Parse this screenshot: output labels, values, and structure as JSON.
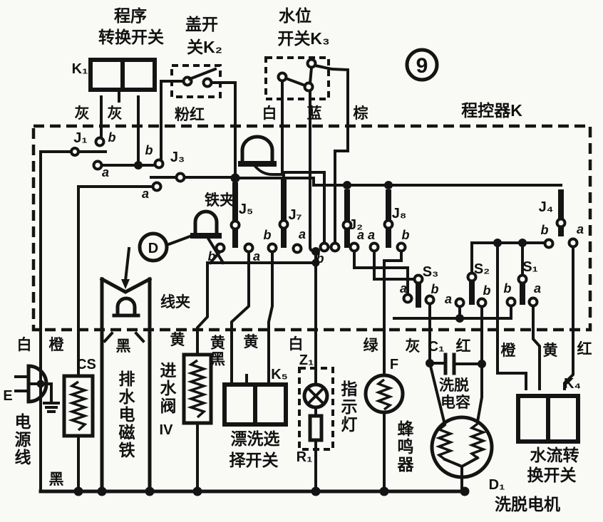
{
  "figure_number": "9",
  "controller_label": "程控器K",
  "program_switch": {
    "title1": "程序",
    "title2": "转换开关",
    "id": "K₁"
  },
  "lid_switch": {
    "title1": "盖开",
    "title2": "关K₂"
  },
  "water_level_switch": {
    "title1": "水位",
    "title2": "开关K₃"
  },
  "contacts": {
    "j1": "J₁",
    "j2": "J₂",
    "j3": "J₃",
    "j4": "J₄",
    "j5": "J₅",
    "j7": "J₇",
    "j8": "J₈",
    "s1": "S₁",
    "s2": "S₂",
    "s3": "S₃",
    "a": "a",
    "b": "b"
  },
  "clamps": {
    "iron_clamp": "铁夹",
    "wire_clamp": "线夹",
    "d_mark": "D"
  },
  "wire_colors": {
    "gray": "灰",
    "pink": "粉红",
    "white": "白",
    "blue": "蓝",
    "brown": "棕",
    "orange": "橙",
    "yellow": "黄",
    "yellow_black": "黄黑",
    "black": "黑",
    "green": "绿",
    "red": "红"
  },
  "components": {
    "cs": {
      "id": "CS"
    },
    "drain_solenoid": {
      "name": "排水电磁铁"
    },
    "inlet_valve": {
      "name": "进水阀",
      "suffix": "IV"
    },
    "rinse_switch": {
      "id": "K₅",
      "name1": "漂洗选",
      "name2": "择开关"
    },
    "indicator": {
      "id": "Z₁",
      "resistor": "R₁",
      "name": "指示灯"
    },
    "buzzer": {
      "id": "F",
      "name": "蜂鸣器"
    },
    "capacitor": {
      "id": "C₁",
      "name1": "洗脱",
      "name2": "电容"
    },
    "motor": {
      "id": "D₁",
      "name": "洗脱电机"
    },
    "flow_switch": {
      "id": "K₄",
      "name1": "水流转",
      "name2": "换开关"
    },
    "power": {
      "id": "E",
      "name": "电源线"
    }
  }
}
